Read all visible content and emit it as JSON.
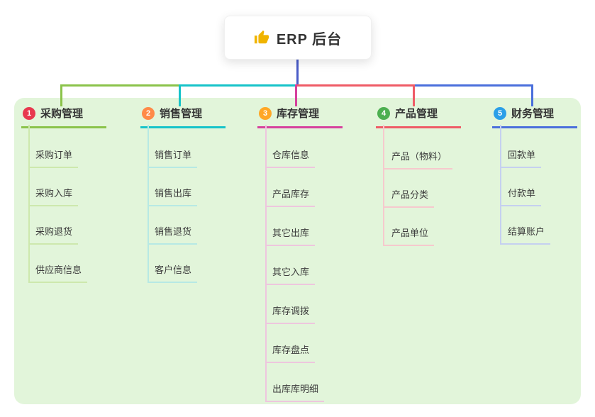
{
  "root": {
    "label": "ERP 后台",
    "icon": "thumbs-up-icon"
  },
  "branches": [
    {
      "num": "1",
      "label": "采购管理",
      "children": [
        "采购订单",
        "采购入库",
        "采购退货",
        "供应商信息"
      ]
    },
    {
      "num": "2",
      "label": "销售管理",
      "children": [
        "销售订单",
        "销售出库",
        "销售退货",
        "客户信息"
      ]
    },
    {
      "num": "3",
      "label": "库存管理",
      "children": [
        "仓库信息",
        "产品库存",
        "其它出库",
        "其它入库",
        "库存调拨",
        "库存盘点",
        "出库库明细"
      ]
    },
    {
      "num": "4",
      "label": "产品管理",
      "children": [
        "产品（物料）",
        "产品分类",
        "产品单位"
      ]
    },
    {
      "num": "5",
      "label": "财务管理",
      "children": [
        "回款单",
        "付款单",
        "结算账户"
      ]
    }
  ],
  "colors": {
    "canvas": "#e2f5da",
    "trunk": "#4a5cc8",
    "icon": "#f0b400",
    "b1-badge": "#e8384f",
    "b1-line": "#8bc34a",
    "b1-child": "#cde8ad",
    "b2-badge": "#ff8a48",
    "b2-line": "#16c3c9",
    "b2-child": "#b7e9e4",
    "b3-badge": "#ffa726",
    "b3-line": "#d6419d",
    "b3-child": "#eec6de",
    "b4-badge": "#4caf50",
    "b4-line": "#ef5b66",
    "b4-child": "#f6c9cd",
    "b5-badge": "#2b9fe8",
    "b5-line": "#4a6fdc",
    "b5-child": "#c5d0f0"
  }
}
